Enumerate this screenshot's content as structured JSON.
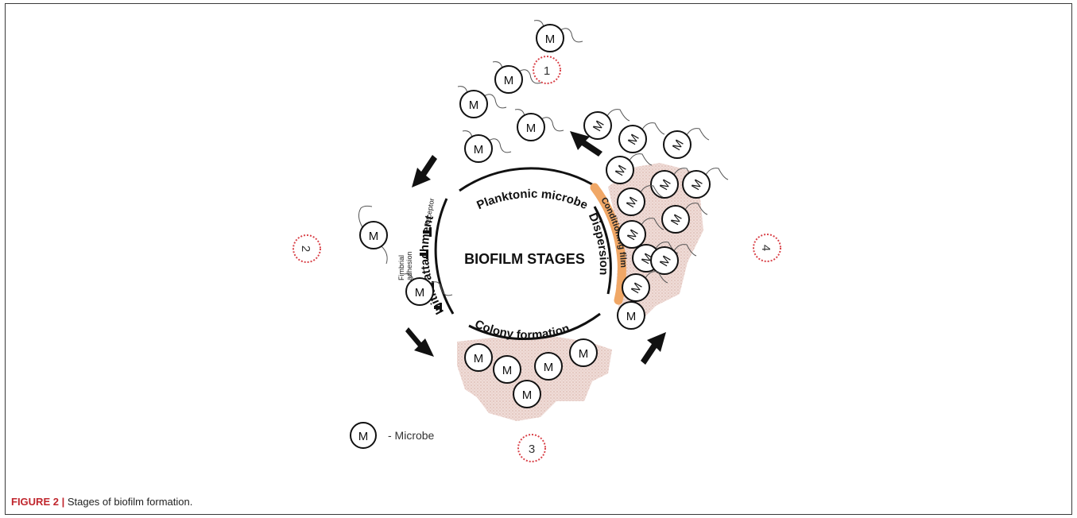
{
  "figure": {
    "center_title": "BIOFILM STAGES",
    "stage_labels": {
      "planktonic": "Planktonic microbe",
      "initial": "Initial attachment",
      "colony": "Colony formation",
      "dispersion": "Dispersion",
      "conditioning": "Conditioning film"
    },
    "annotations": {
      "receptor": "Receptor",
      "fimbrial_1": "Fimbrial",
      "fimbrial_2": "adhesion"
    },
    "stage_numbers": [
      "1",
      "2",
      "3",
      "4"
    ],
    "microbe_letter": "M",
    "legend_text": "- Microbe",
    "colors": {
      "ring": "#111111",
      "conditioning_film": "#f0a766",
      "biofilm_fill": "#e9d2cc",
      "stage_badge": "#d9434a",
      "arrow": "#111111"
    }
  },
  "caption": {
    "label": "FIGURE 2 |",
    "text": "Stages of biofilm formation."
  }
}
